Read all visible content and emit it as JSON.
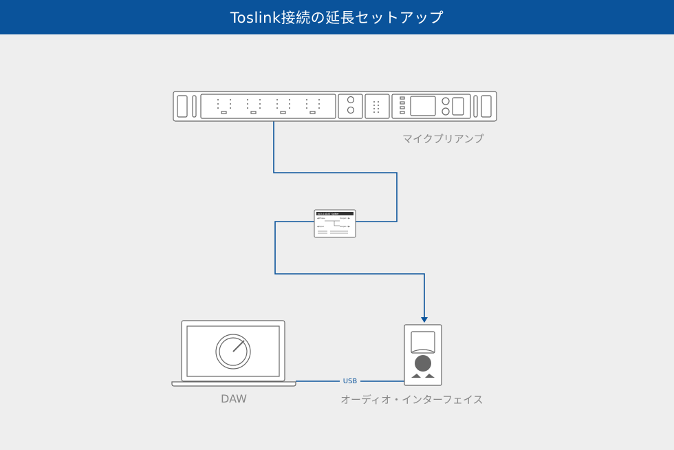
{
  "header": {
    "title": "Toslink接続の延長セットアップ"
  },
  "devices": {
    "preamp": {
      "label": "マイクプリアンプ"
    },
    "splitter": {
      "title": "ADI-4 ADAT Splitter",
      "phase": "◀ Phase",
      "output1": "Output 1 ▶",
      "input": "◀ Input",
      "output2": "Output 2 ▶"
    },
    "laptop": {
      "label": "DAW"
    },
    "audio_interface": {
      "label": "オーディオ・インターフェイス"
    }
  },
  "connections": {
    "usb_label": "USB"
  },
  "colors": {
    "header_bg": "#0a539b",
    "cable": "#0a539b",
    "device_stroke": "#666666",
    "background": "#eeeeee"
  }
}
